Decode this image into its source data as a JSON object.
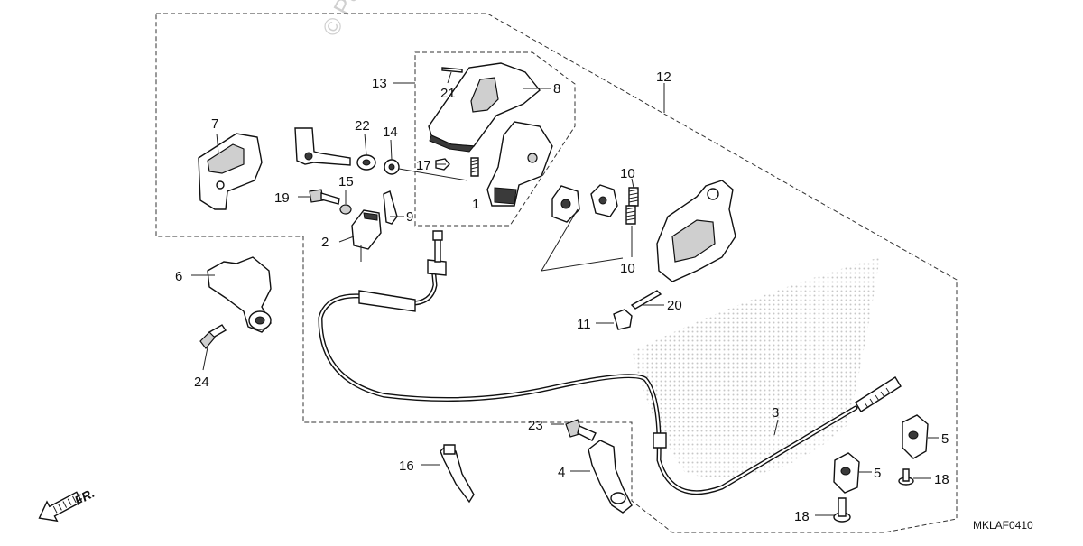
{
  "watermark": "© Pa",
  "diagram_code": "MKLAF0410",
  "direction_label": "FR.",
  "callouts": {
    "c1": "1",
    "c2": "2",
    "c3": "3",
    "c4": "4",
    "c5a": "5",
    "c5b": "5",
    "c6": "6",
    "c7": "7",
    "c8": "8",
    "c9": "9",
    "c10a": "10",
    "c10b": "10",
    "c11": "11",
    "c12": "12",
    "c13": "13",
    "c14": "14",
    "c15": "15",
    "c16": "16",
    "c17": "17",
    "c18a": "18",
    "c18b": "18",
    "c19": "19",
    "c20": "20",
    "c21": "21",
    "c22": "22",
    "c23": "23",
    "c24": "24"
  },
  "icons": [
    "front-direction-arrow-icon"
  ],
  "colors": {
    "line": "#111111",
    "dots": "#9a9a9a",
    "frame": "#333333"
  }
}
